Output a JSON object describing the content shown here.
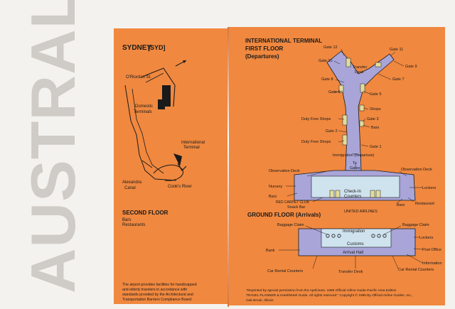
{
  "vertical_title": "AUSTRALIA",
  "sydney": {
    "title": "SYDNEY",
    "code": "[SYD]",
    "labels": {
      "street": "O'Riordan St.",
      "domestic_1": "Domestic",
      "domestic_2": "Terminals",
      "international_1": "International",
      "international_2": "Terminal",
      "canal_1": "Alexandra",
      "canal_2": "Canal",
      "river": "Cook's River"
    },
    "second_floor": {
      "heading": "SECOND FLOOR",
      "items": [
        "Bars",
        "Restaurants"
      ]
    },
    "accessibility_note": [
      "The airport provides facilities for handicapped",
      "and elderly travelers in accordance with",
      "standards provided by the Architectural and",
      "Transportation Barriers Compliance Board."
    ]
  },
  "international": {
    "title_1": "INTERNATIONAL TERMINAL",
    "title_2": "FIRST FLOOR",
    "title_3": "(Departures)",
    "first_floor_labels": {
      "gate12": "Gate 12",
      "gate11": "Gate 11",
      "gate10": "Gate 10",
      "gate9": "Gate 9",
      "transfer1": "Transfer",
      "transfer2": "Desk",
      "gate8": "Gate 8",
      "gate7": "Gate 7",
      "gate6": "Gate 6",
      "gate5": "Gate 5",
      "shops": "Shops",
      "dutyfree1": "Duty Free Shops",
      "gate3": "Gate 3",
      "bars": "Bars",
      "gate2": "Gate 2",
      "dutyfree2": "Duty Free Shops",
      "gate1": "Gate 1",
      "immigration": "Immigration (Departure)",
      "togates1": "To",
      "togates2": "Gates",
      "obs_left": "Observation Deck",
      "obs_right": "Observation Deck",
      "nursery": "Nursery",
      "checkin1": "Check-In",
      "checkin2": "Counters",
      "lockers": "Lockers",
      "bars2": "Bars",
      "redcarpet": "RED CARPET CLUB",
      "snackbar": "Snack Bar",
      "bars3": "Bars",
      "restaurant": "Restaurant",
      "united": "UNITED AIRLINES"
    },
    "ground_floor": {
      "heading": "GROUND FLOOR (Arrivals)",
      "baggage_left": "Baggage Claim",
      "baggage_right": "Baggage Claim",
      "immigration": "Immigration",
      "customs": "Customs",
      "lockers": "Lockers",
      "bank": "Bank",
      "arrival_hall": "Arrival Hall",
      "post_office": "Post Office",
      "information": "Information",
      "car_rental_left": "Car Rental Counters",
      "transfer_desk": "Transfer Desk",
      "car_rental_right": "Car Rental Counters"
    },
    "footnote": [
      "\"Reprinted by special permission from the April/June, 1985 Official Airline Guide Pacific Area Edition",
      "TRAVEL PLANNER & Hotel/Motel Guide. All rights reserved.\"  Copyright © 1985 By Official Airline Guides, Inc.,",
      "Oak Brook, Illinois"
    ]
  },
  "colors": {
    "panel": "#f0883f",
    "lavender": "#a9a5d8",
    "pale_blue": "#cfe3ef",
    "khaki": "#e2dc9c",
    "ink": "#1a1a1a",
    "title_gray": "#cfcbc6"
  }
}
